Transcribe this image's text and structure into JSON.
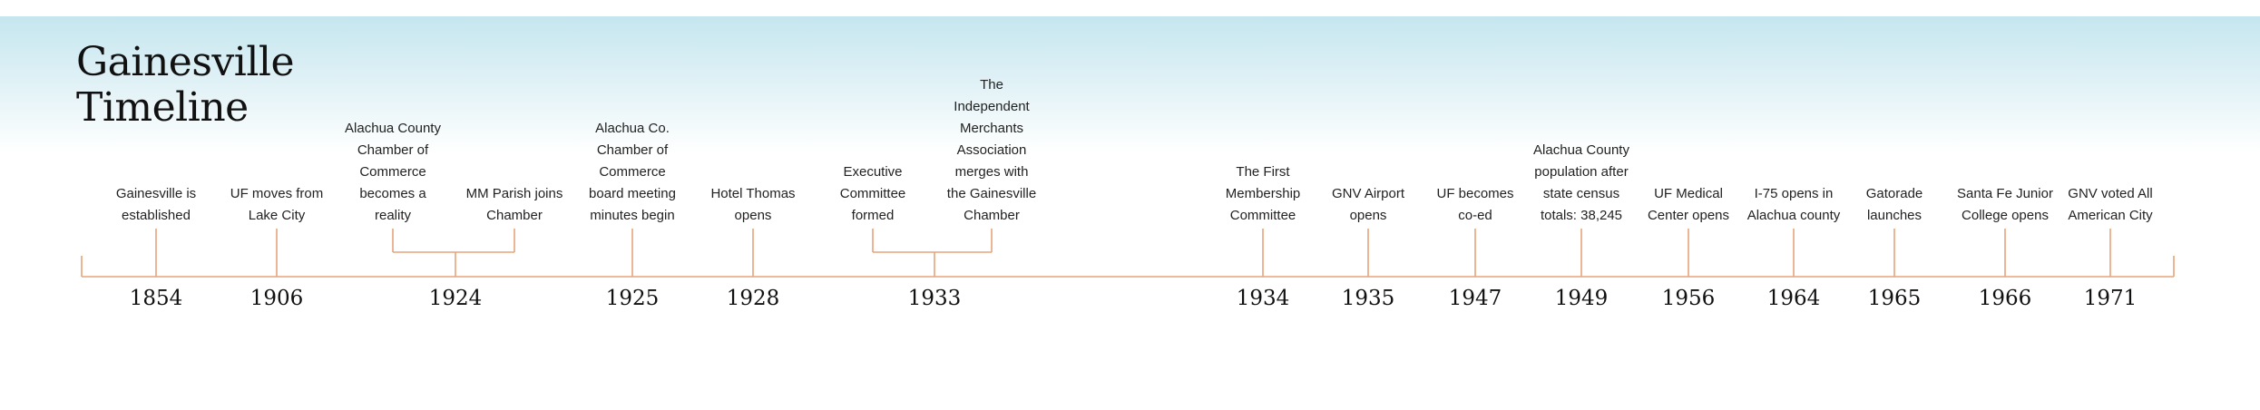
{
  "title": "Gainesville\nTimeline",
  "colors": {
    "line": "#e8a37c",
    "banner_top": "#c5e6ef",
    "text": "#222222"
  },
  "groups": [
    {
      "year": "1854",
      "events": [
        "Gainesville is\nestablished"
      ]
    },
    {
      "year": "1906",
      "events": [
        "UF moves from\nLake City"
      ]
    },
    {
      "year": "1924",
      "events": [
        "Alachua County\nChamber of\nCommerce\nbecomes a\nreality",
        "MM Parish joins\nChamber"
      ]
    },
    {
      "year": "1925",
      "events": [
        "Alachua Co.\nChamber of\nCommerce\nboard meeting\nminutes begin"
      ]
    },
    {
      "year": "1928",
      "events": [
        "Hotel Thomas\nopens"
      ]
    },
    {
      "year": "1933",
      "events": [
        "Executive\nCommittee\nformed",
        "The\nIndependent\nMerchants\nAssociation\nmerges with\nthe Gainesville\nChamber"
      ]
    },
    {
      "year": "1934",
      "events": [
        "The First\nMembership\nCommittee"
      ]
    },
    {
      "year": "1935",
      "events": [
        "GNV Airport\nopens"
      ]
    },
    {
      "year": "1947",
      "events": [
        "UF becomes\nco-ed"
      ]
    },
    {
      "year": "1949",
      "events": [
        "Alachua County\npopulation after\nstate census\ntotals: 38,245"
      ]
    },
    {
      "year": "1956",
      "events": [
        "UF Medical\nCenter opens"
      ]
    },
    {
      "year": "1964",
      "events": [
        "I-75 opens in\nAlachua county"
      ]
    },
    {
      "year": "1965",
      "events": [
        "Gatorade\nlaunches"
      ]
    },
    {
      "year": "1966",
      "events": [
        "Santa Fe Junior\nCollege opens"
      ]
    },
    {
      "year": "1971",
      "events": [
        "GNV voted All\nAmerican City"
      ]
    }
  ]
}
